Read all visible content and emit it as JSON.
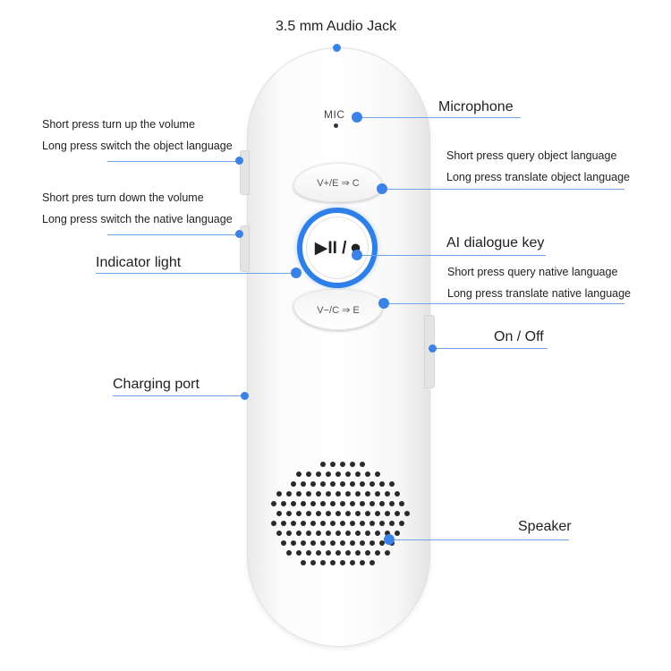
{
  "labels": {
    "audio_jack": "3.5 mm Audio Jack",
    "microphone": "Microphone",
    "vol_up_short": "Short press turn up the volume",
    "vol_up_long": "Long press switch the object language",
    "vol_down_short": "Short pres turn down the volume",
    "vol_down_long": "Long press switch the native language",
    "object_short": "Short press query object language",
    "object_long": "Long press translate object language",
    "indicator": "Indicator light",
    "ai_key": "AI dialogue key",
    "native_short": "Short press query native language",
    "native_long": "Long press translate native language",
    "on_off": "On / Off",
    "charging": "Charging port",
    "speaker": "Speaker"
  },
  "device": {
    "mic_text": "MIC",
    "top_button": "V+/E ⇒ C",
    "bottom_button": "V−/C ⇒ E",
    "center_button": "▶II / ⏺",
    "accent_color": "#2f7fe8"
  }
}
